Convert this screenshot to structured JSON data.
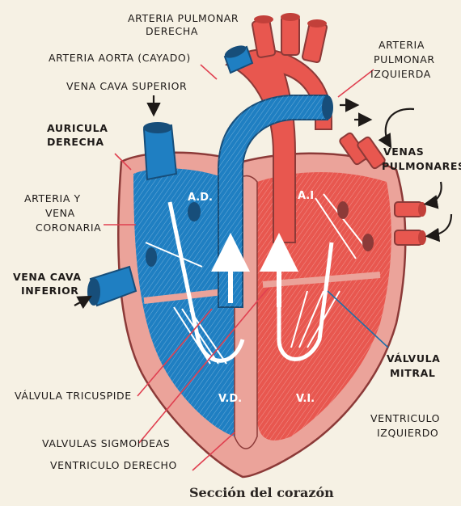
{
  "colors": {
    "oxygenated": "#e8574f",
    "deoxygenated": "#1f7fc2",
    "muscle": "#eba39a",
    "background": "#f6f1e4"
  },
  "labels": {
    "arteria_pulmonar_derecha_1": "ARTERIA PULMONAR",
    "arteria_pulmonar_derecha_2": "DERECHA",
    "arteria_aorta": "ARTERIA AORTA (CAYADO)",
    "vena_cava_superior": "VENA CAVA SUPERIOR",
    "auricula_derecha_1": "AURICULA",
    "auricula_derecha_2": "DERECHA",
    "arteria_vena_coronaria_1": "ARTERIA Y",
    "arteria_vena_coronaria_2": "VENA",
    "arteria_vena_coronaria_3": "CORONARIA",
    "vena_cava_inferior_1": "VENA CAVA",
    "vena_cava_inferior_2": "INFERIOR",
    "valvula_tricuspide": "VÁLVULA TRICUSPIDE",
    "valvulas_sigmoideas": "VALVULAS SIGMOIDEAS",
    "ventriculo_derecho": "VENTRICULO DERECHO",
    "arteria_pulmonar_izquierda_1": "ARTERIA",
    "arteria_pulmonar_izquierda_2": "PULMONAR",
    "arteria_pulmonar_izquierda_3": "IZQUIERDA",
    "venas_pulmonares_1": "VENAS",
    "venas_pulmonares_2": "PULMONARES",
    "valvula_mitral_1": "VÁLVULA",
    "valvula_mitral_2": "MITRAL",
    "ventriculo_izquierdo_1": "VENTRICULO",
    "ventriculo_izquierdo_2": "IZQUIERDO"
  },
  "chambers": {
    "ad": "A.D.",
    "ai": "A.I",
    "vd": "V.D.",
    "vi": "V.I."
  },
  "caption": "Sección del corazón"
}
